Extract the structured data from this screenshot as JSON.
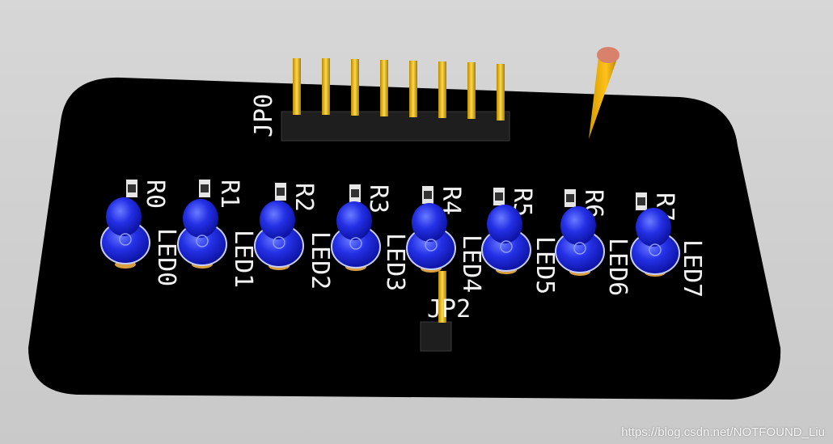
{
  "board": {
    "header_label": "JP0",
    "jumper_label": "JP2",
    "resistors": [
      "R0",
      "R1",
      "R2",
      "R3",
      "R4",
      "R5",
      "R6",
      "R7"
    ],
    "leds": [
      "LED0",
      "LED1",
      "LED2",
      "LED3",
      "LED4",
      "LED5",
      "LED6",
      "LED7"
    ]
  },
  "colors": {
    "background": "#cfcfcf",
    "board": "#000000",
    "led_blue": "#2a2ee8",
    "pin_gold": "#e6b800",
    "silkscreen": "#f2f2f2"
  },
  "watermark": "https://blog.csdn.net/NOTFOUND_Liu"
}
